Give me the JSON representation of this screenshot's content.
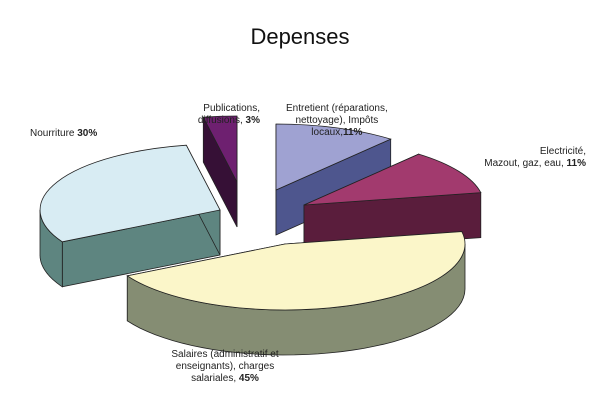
{
  "chart_data": {
    "type": "pie",
    "title": "Depenses",
    "style": "3d-exploded",
    "slices": [
      {
        "lines": [
          "Entretient (réparations,",
          "nettoyage), Impôts",
          "locaux,"
        ],
        "pct_text": "11%",
        "value": 11,
        "top_color": "#9fa2d2",
        "side_color": "#4e568e"
      },
      {
        "lines": [
          "Electricité,",
          "Mazout, gaz, eau,"
        ],
        "pct_text": "11%",
        "value": 11,
        "top_color": "#a23a6e",
        "side_color": "#5a1d3c"
      },
      {
        "lines": [
          "Salaires (administratif et",
          "enseignants), charges",
          "salariales,"
        ],
        "pct_text": "45%",
        "value": 45,
        "top_color": "#fbf6c9",
        "side_color": "#858d73"
      },
      {
        "lines": [
          "Nourriture"
        ],
        "pct_text": "30%",
        "value": 30,
        "top_color": "#d8ecf3",
        "side_color": "#5e8580"
      },
      {
        "lines": [
          "Publications,",
          "diffusions,"
        ],
        "pct_text": "3%",
        "value": 3,
        "top_color": "#6e2070",
        "side_color": "#361036"
      }
    ]
  }
}
